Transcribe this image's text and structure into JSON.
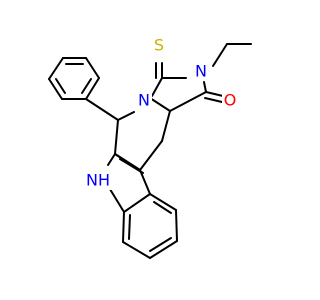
{
  "molecule": {
    "atoms": {
      "sulfur": {
        "text": "S",
        "color": "#c8b400"
      },
      "nitrogen_imidazolidine": {
        "text": "N",
        "color": "#0000ff"
      },
      "nitrogen_ring_junction": {
        "text": "N",
        "color": "#0000ff"
      },
      "oxygen_carbonyl": {
        "text": "O",
        "color": "#ff0000"
      },
      "nitrogen_indole": {
        "text": "NH",
        "color": "#0000ff"
      }
    }
  }
}
